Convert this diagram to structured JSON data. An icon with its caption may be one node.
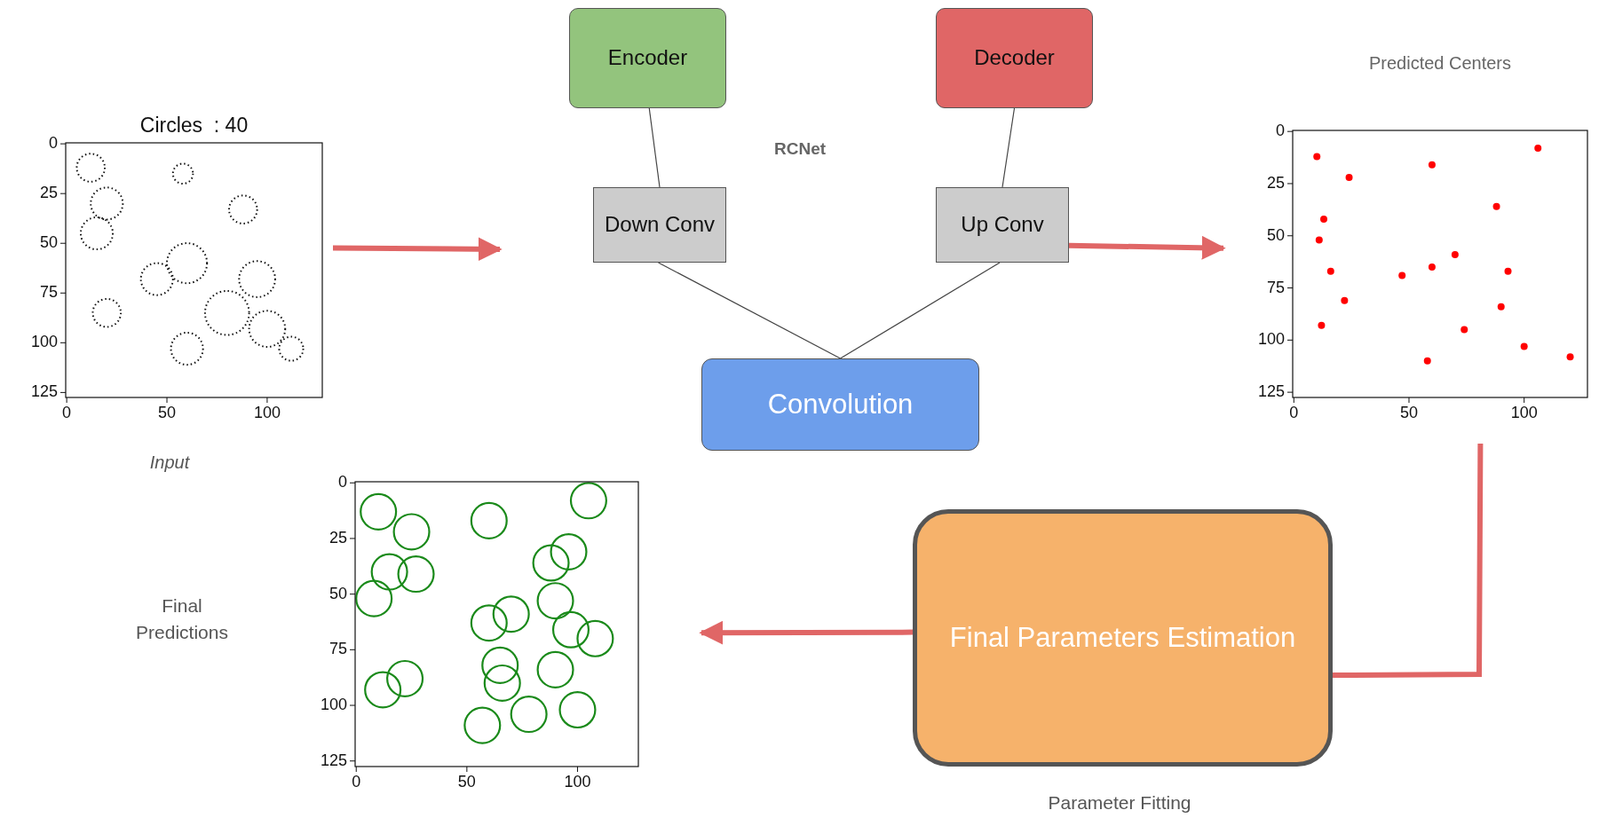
{
  "diagram": {
    "nodes": [
      {
        "text": [
          "Encoder"
        ]
      },
      {
        "text": [
          "Decoder"
        ]
      },
      {
        "text": [
          "Circles  : 40"
        ],
        "beside": [
          "Input"
        ]
      },
      {
        "text": [
          "Down Conv"
        ]
      },
      {
        "text": [
          "Up Conv"
        ]
      },
      {
        "text": [
          "Predicted Centers"
        ]
      },
      {
        "text": [
          "Convolution"
        ]
      },
      {
        "text": [],
        "shape": "picture"
      },
      {
        "text": [
          "Final Parameters Estimation"
        ],
        "beside": [
          "Parameter Fitting"
        ]
      }
    ],
    "edges": [
      {
        "from": 0,
        "to": 3,
        "arrow": "none"
      },
      {
        "from": 1,
        "to": 4,
        "arrow": "none"
      },
      {
        "from": 3,
        "to": 6,
        "arrow": "none"
      },
      {
        "from": 4,
        "to": 6,
        "arrow": "none"
      },
      {
        "from": 2,
        "to": null,
        "arrow": "to",
        "style": "thick",
        "color": "#e06666"
      },
      {
        "from": 4,
        "to": 5,
        "arrow": "to",
        "style": "thick",
        "color": "#e06666"
      },
      {
        "from": 5,
        "to": 8,
        "arrow": "none",
        "style": "thick",
        "color": "#e06666"
      },
      {
        "from": 8,
        "to": 7,
        "arrow": "to",
        "style": "thick",
        "color": "#e06666"
      }
    ],
    "labels": [
      "RCNet",
      "Final Predictions",
      "0",
      "25",
      "50",
      "75",
      "100",
      "125",
      "0",
      "50",
      "100",
      "0",
      "25",
      "50",
      "75",
      "100",
      "125",
      "0",
      "50",
      "100",
      "0",
      "25",
      "50",
      "75",
      "100",
      "125",
      "0",
      "50",
      "100"
    ]
  }
}
